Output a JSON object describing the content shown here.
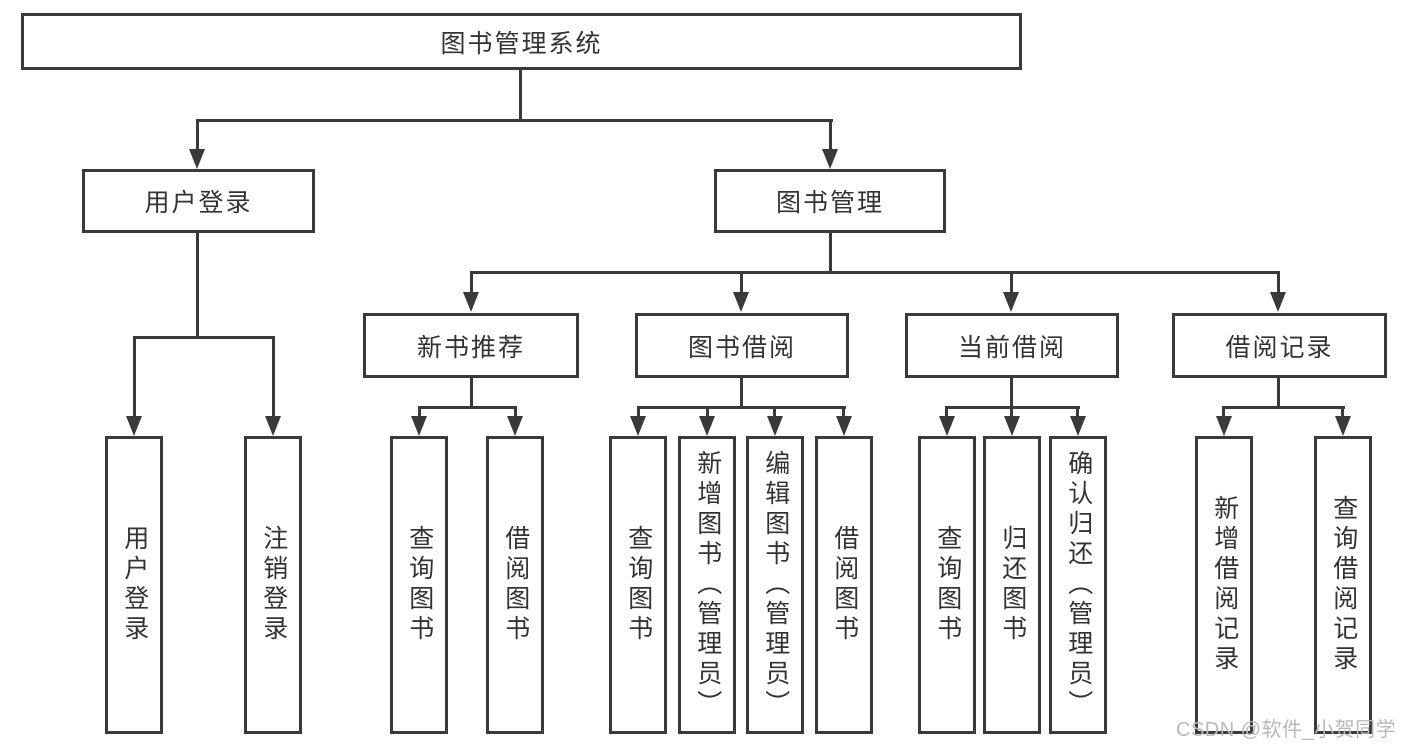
{
  "diagram": {
    "root": {
      "label": "图书管理系统"
    },
    "level2": [
      {
        "label": "用户登录"
      },
      {
        "label": "图书管理"
      }
    ],
    "level3": [
      {
        "label": "新书推荐"
      },
      {
        "label": "图书借阅"
      },
      {
        "label": "当前借阅"
      },
      {
        "label": "借阅记录"
      }
    ],
    "leaves": {
      "user_login": [
        "用户登录",
        "注销登录"
      ],
      "new_books": [
        "查询图书",
        "借阅图书"
      ],
      "book_borrow": [
        "查询图书",
        "新增图书（管理员）",
        "编辑图书（管理员）",
        "借阅图书"
      ],
      "current_borrow": [
        "查询图书",
        "归还图书",
        "确认归还（管理员）"
      ],
      "borrow_records": [
        "新增借阅记录",
        "查询借阅记录"
      ]
    }
  },
  "watermark": "CSDN @软件_小贺同学",
  "colors": {
    "line": "#3a3a3a",
    "text": "#333333",
    "watermark": "#b9b9b9",
    "background": "#ffffff"
  }
}
